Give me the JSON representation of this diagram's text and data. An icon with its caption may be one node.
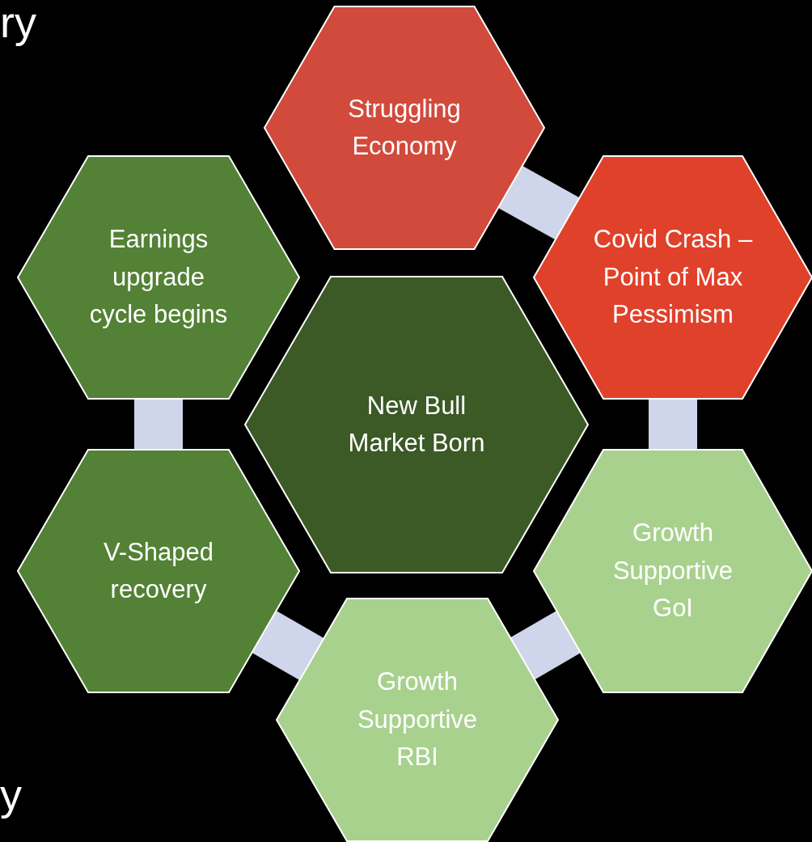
{
  "diagram": {
    "nodes": [
      {
        "text": [
          "Struggling Economy"
        ]
      },
      {
        "text": [
          "Covid Crash – Point of Max Pessimism"
        ]
      },
      {
        "text": [
          "Growth Supportive GoI"
        ]
      },
      {
        "text": [
          "Growth Supportive RBI"
        ]
      },
      {
        "text": [
          "V-Shaped recovery"
        ]
      },
      {
        "text": [
          "Earnings upgrade cycle begins"
        ]
      },
      {
        "text": [
          "New Bull Market Born"
        ]
      }
    ],
    "edges": [
      {
        "from": 0,
        "to": 1,
        "arrow": "none"
      },
      {
        "from": 1,
        "to": 2,
        "arrow": "none"
      },
      {
        "from": 2,
        "to": 3,
        "arrow": "none"
      },
      {
        "from": 3,
        "to": 4,
        "arrow": "none"
      },
      {
        "from": 4,
        "to": 5,
        "arrow": "none"
      }
    ],
    "labels": [
      "ry",
      "y"
    ]
  }
}
